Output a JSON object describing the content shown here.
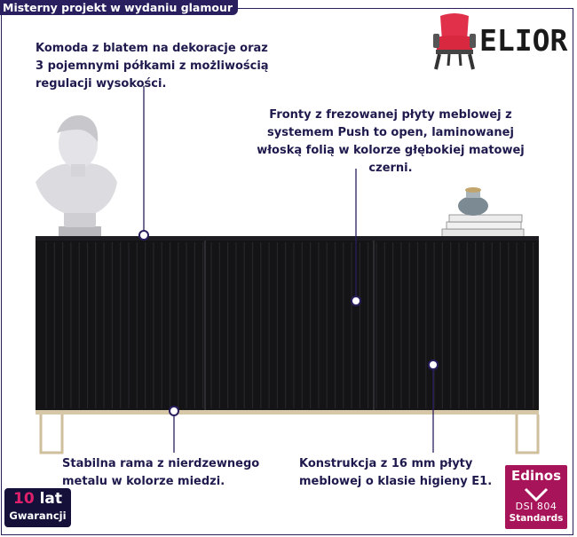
{
  "header": {
    "title": "Misterny projekt w wydaniu glamour"
  },
  "brand": {
    "name": "ELIOR",
    "icon": "armchair-icon",
    "accent": "#e0304a"
  },
  "annotations": {
    "top_left": [
      "Komoda z blatem na dekoracje oraz",
      "3 pojemnymi półkami z możliwością",
      "regulacji wysokości."
    ],
    "top_right": [
      "Fronty z frezowanej płyty meblowej z",
      "systemem Push to open, laminowanej",
      "włoską folią w kolorze głębokiej matowej",
      "czerni."
    ],
    "bottom_left": [
      "Stabilna rama z nierdzewnego",
      "metalu w kolorze miedzi."
    ],
    "bottom_right": [
      "Konstrukcja z 16 mm płyty",
      "meblowej o klasie higieny E1."
    ]
  },
  "warranty_badge": {
    "number": "10",
    "unit": "lat",
    "label": "Gwarancji"
  },
  "certificate_badge": {
    "brand": "Edinos",
    "code": "DSI 804",
    "label": "Standards",
    "color": "#a8145a"
  },
  "colors": {
    "navy": "#2a1f5e",
    "furniture": "#141417",
    "frame": "#cfbf9c"
  }
}
